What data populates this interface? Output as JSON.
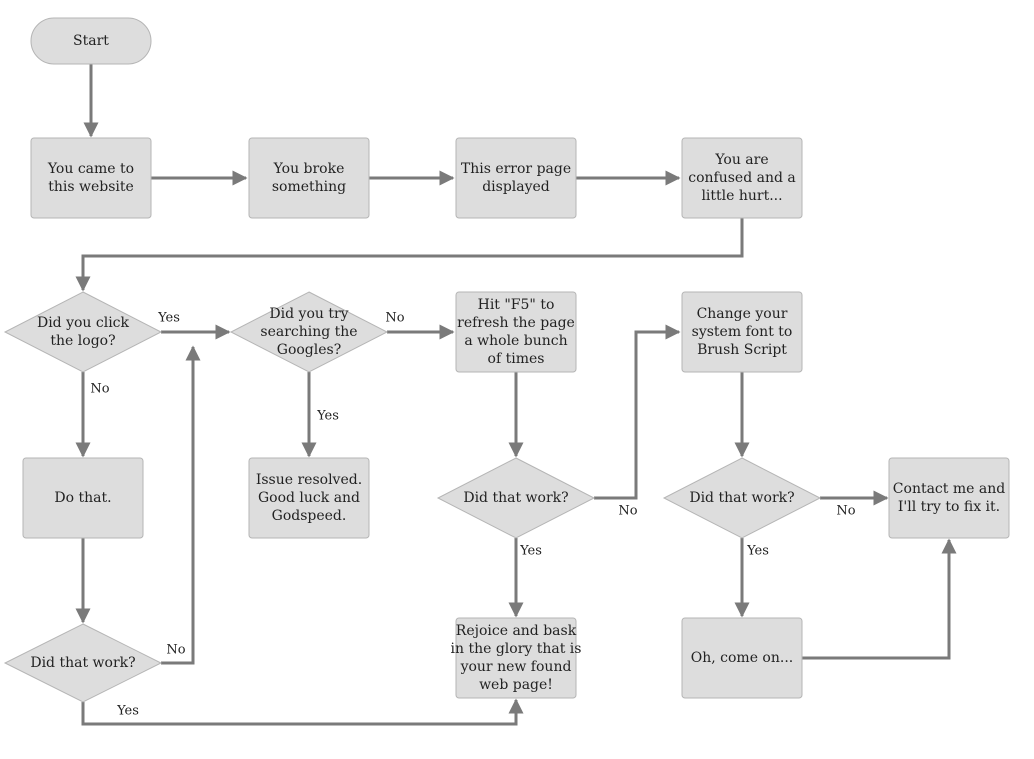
{
  "colors": {
    "node_fill": "#dddddd",
    "node_stroke": "#b5b5b5",
    "edge": "#7a7a7a",
    "text": "#222222"
  },
  "nodes": {
    "start": {
      "shape": "terminal",
      "lines": [
        "Start"
      ]
    },
    "came": {
      "shape": "process",
      "lines": [
        "You came to",
        "this website"
      ]
    },
    "broke": {
      "shape": "process",
      "lines": [
        "You broke",
        "something"
      ]
    },
    "error": {
      "shape": "process",
      "lines": [
        "This error page",
        "displayed"
      ]
    },
    "confused": {
      "shape": "process",
      "lines": [
        "You are",
        "confused and a",
        "little hurt..."
      ]
    },
    "logo": {
      "shape": "decision",
      "lines": [
        "Did you click",
        "the logo?"
      ]
    },
    "googles": {
      "shape": "decision",
      "lines": [
        "Did you try",
        "searching the",
        "Googles?"
      ]
    },
    "f5": {
      "shape": "process",
      "lines": [
        "Hit \"F5\" to",
        "refresh the page",
        "a whole bunch",
        "of times"
      ]
    },
    "font": {
      "shape": "process",
      "lines": [
        "Change your",
        "system font to",
        "Brush Script"
      ]
    },
    "dothat": {
      "shape": "process",
      "lines": [
        "Do that."
      ]
    },
    "resolved": {
      "shape": "process",
      "lines": [
        "Issue resolved.",
        "Good luck and",
        "Godspeed."
      ]
    },
    "work1": {
      "shape": "decision",
      "lines": [
        "Did that work?"
      ]
    },
    "work2": {
      "shape": "decision",
      "lines": [
        "Did that work?"
      ]
    },
    "work3": {
      "shape": "decision",
      "lines": [
        "Did that work?"
      ]
    },
    "contact": {
      "shape": "process",
      "lines": [
        "Contact me and",
        "I'll try to fix it."
      ]
    },
    "rejoice": {
      "shape": "process",
      "lines": [
        "Rejoice and bask",
        "in the glory that is",
        "your new found",
        "web page!"
      ]
    },
    "comeon": {
      "shape": "process",
      "lines": [
        "Oh, come on..."
      ]
    }
  },
  "edges": [
    {
      "from": "start",
      "to": "came",
      "label": ""
    },
    {
      "from": "came",
      "to": "broke",
      "label": ""
    },
    {
      "from": "broke",
      "to": "error",
      "label": ""
    },
    {
      "from": "error",
      "to": "confused",
      "label": ""
    },
    {
      "from": "confused",
      "to": "logo",
      "label": ""
    },
    {
      "from": "logo",
      "to": "googles",
      "label": "Yes"
    },
    {
      "from": "logo",
      "to": "dothat",
      "label": "No"
    },
    {
      "from": "googles",
      "to": "f5",
      "label": "No"
    },
    {
      "from": "googles",
      "to": "resolved",
      "label": "Yes"
    },
    {
      "from": "dothat",
      "to": "work1",
      "label": ""
    },
    {
      "from": "work1",
      "to": "googles",
      "label": "No"
    },
    {
      "from": "work1",
      "to": "rejoice",
      "label": "Yes"
    },
    {
      "from": "f5",
      "to": "work2",
      "label": ""
    },
    {
      "from": "work2",
      "to": "font",
      "label": "No"
    },
    {
      "from": "work2",
      "to": "rejoice",
      "label": "Yes"
    },
    {
      "from": "font",
      "to": "work3",
      "label": ""
    },
    {
      "from": "work3",
      "to": "contact",
      "label": "No"
    },
    {
      "from": "work3",
      "to": "comeon",
      "label": "Yes"
    },
    {
      "from": "comeon",
      "to": "contact",
      "label": ""
    }
  ]
}
